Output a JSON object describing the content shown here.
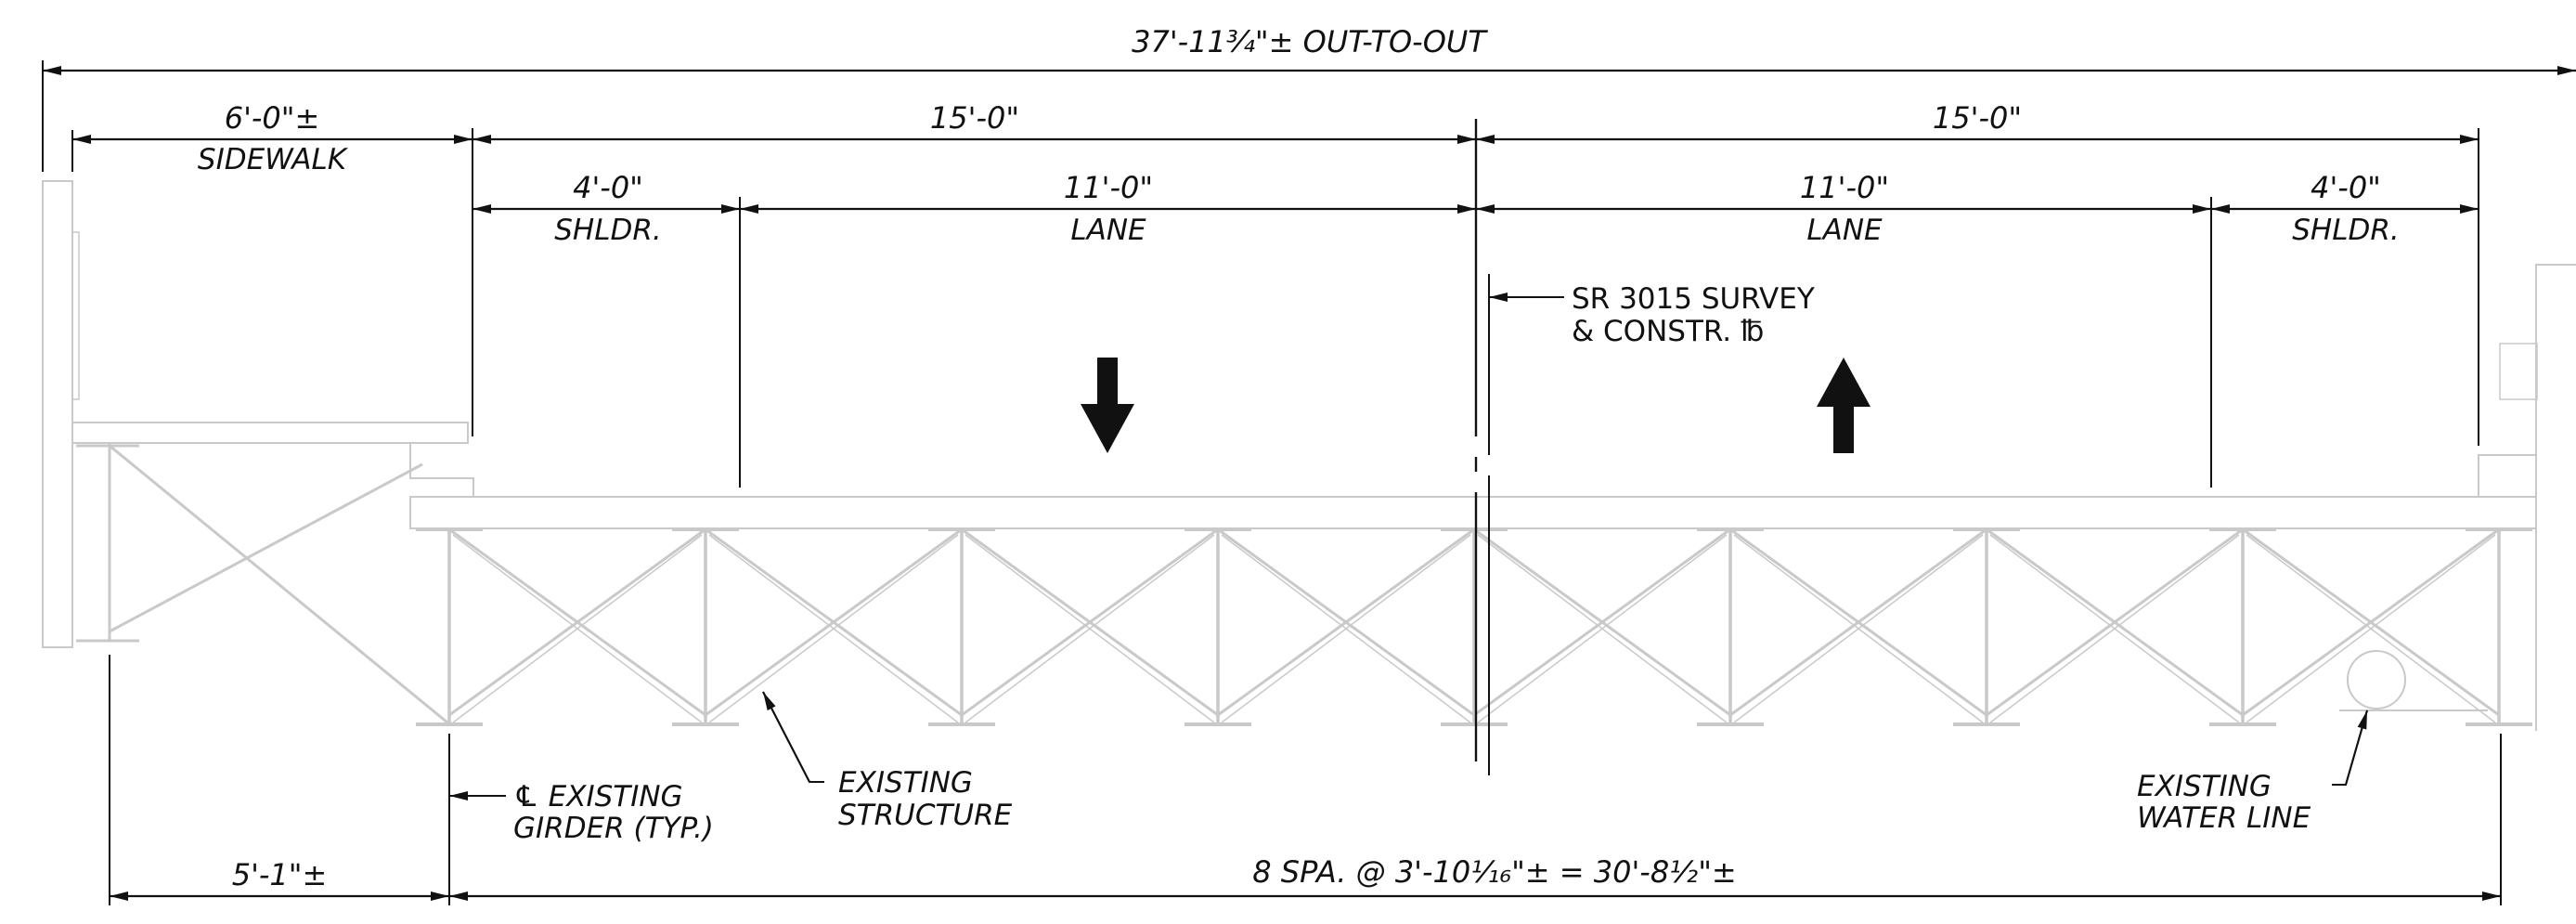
{
  "dimensions": {
    "overall": "37'-11¾\"± OUT-TO-OUT",
    "sidewalk_width": "6'-0\"±",
    "sidewalk_label": "SIDEWALK",
    "half_width_left": "15'-0\"",
    "half_width_right": "15'-0\"",
    "shoulder_left_width": "4'-0\"",
    "shoulder_left_label": "SHLDR.",
    "lane_left_width": "11'-0\"",
    "lane_left_label": "LANE",
    "lane_right_width": "11'-0\"",
    "lane_right_label": "LANE",
    "shoulder_right_width": "4'-0\"",
    "shoulder_right_label": "SHLDR.",
    "overhang": "5'-1\"±",
    "girder_spacing": "8 SPA. @ 3'-10¹⁄₁₆\"± = 30'-8½\"±"
  },
  "notes": {
    "survey_line1": "SR 3015 SURVEY",
    "survey_line2": "& CONSTR. ℔",
    "girder_line1": "℄ EXISTING",
    "girder_line2": "GIRDER (TYP.)",
    "structure_line1": "EXISTING",
    "structure_line2": "STRUCTURE",
    "water_line1": "EXISTING",
    "water_line2": "WATER LINE"
  },
  "traffic_arrows": [
    {
      "lane": "left",
      "direction": "down"
    },
    {
      "lane": "right",
      "direction": "up"
    }
  ],
  "colors": {
    "linework": "#111111",
    "existing_structure": "#c9c9c9"
  }
}
